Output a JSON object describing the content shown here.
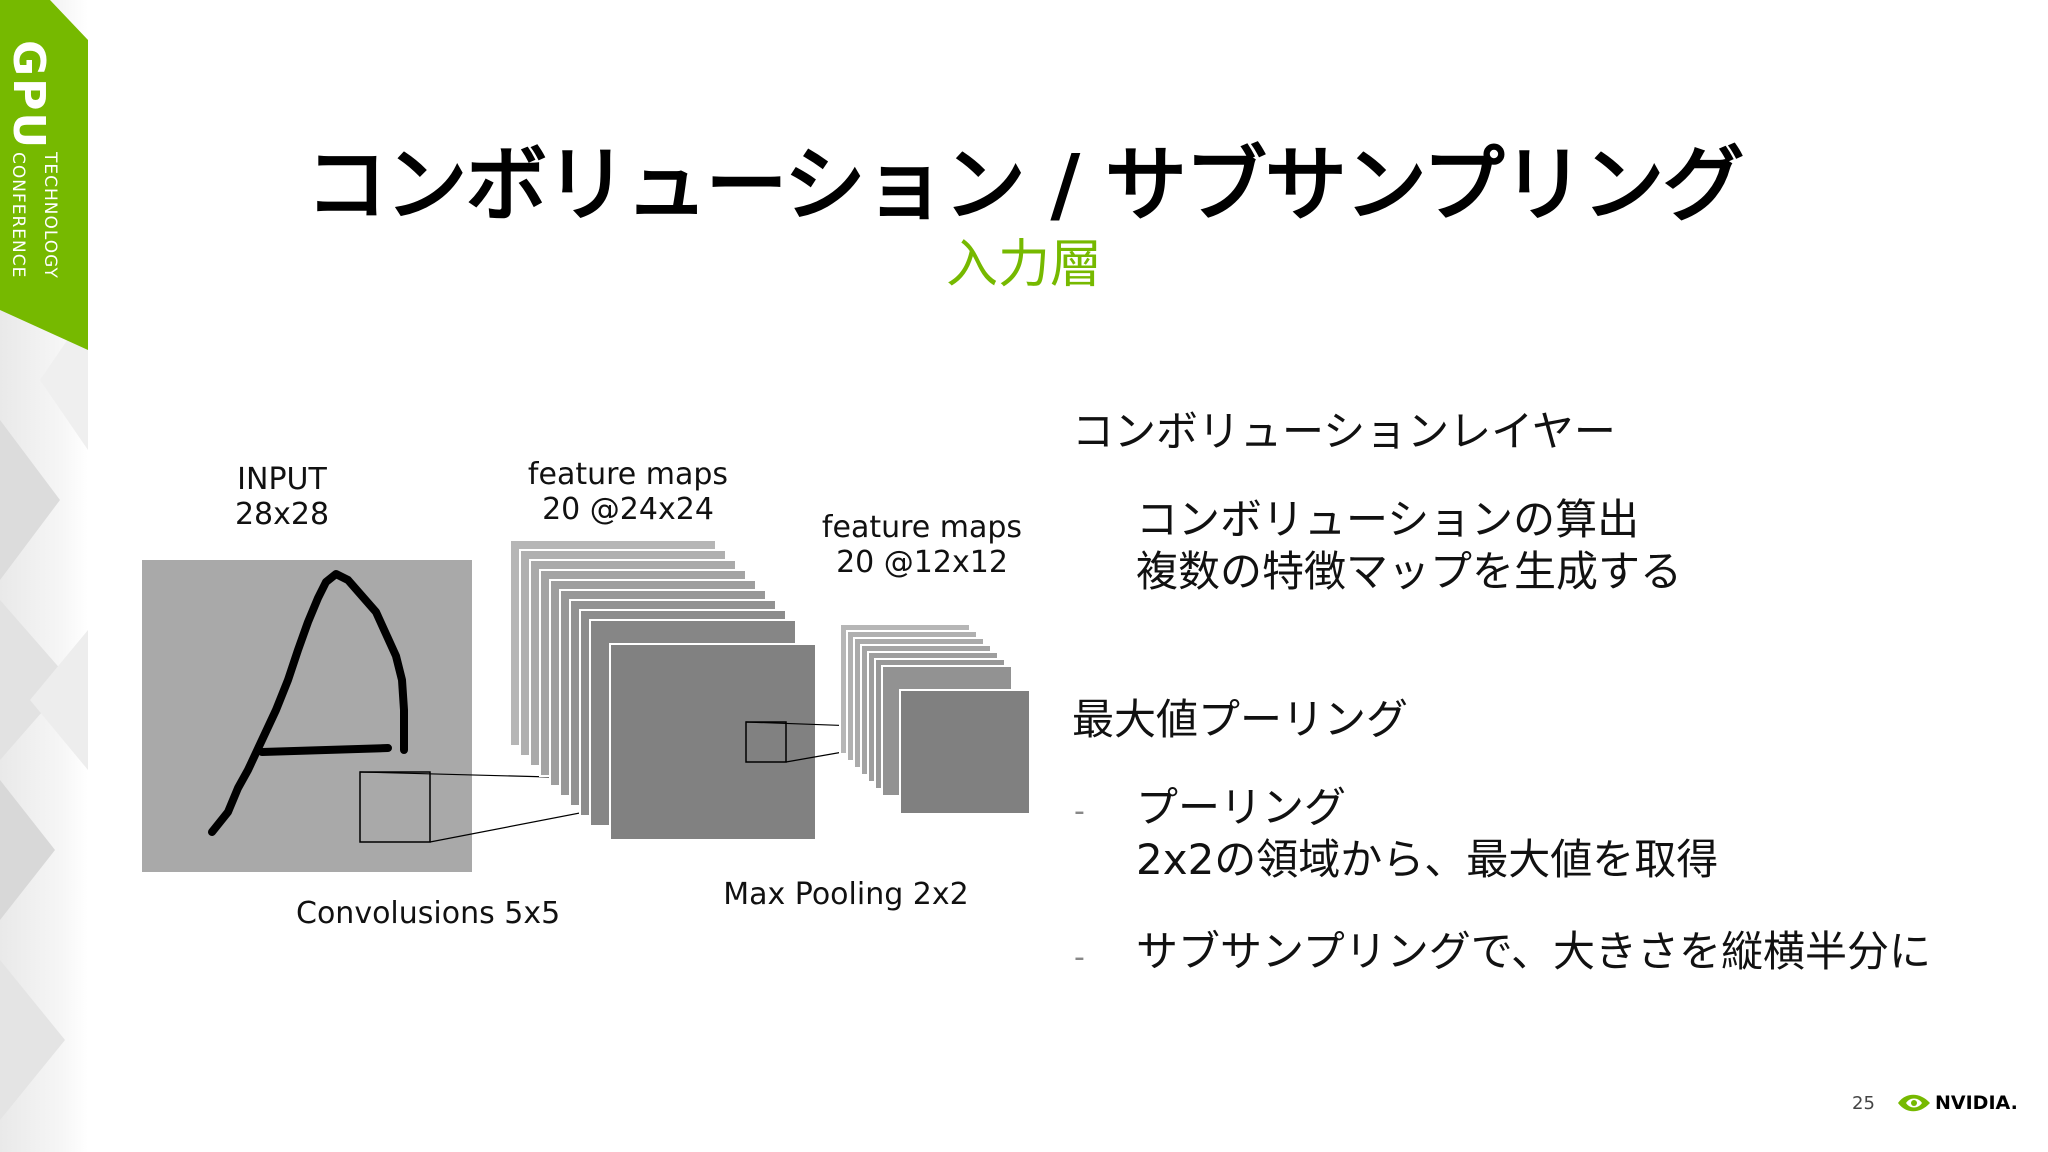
{
  "branding": {
    "badge_main": "GPU",
    "badge_line1": "TECHNOLOGY",
    "badge_line2": "CONFERENCE",
    "badge_color": "#76b900",
    "logo_text": "NVIDIA.",
    "logo_icon": "nvidia-eye-icon"
  },
  "slide": {
    "title": "コンボリューション / サブサンプリング",
    "subtitle": "入力層",
    "page_number": "25",
    "accent_color": "#76b900"
  },
  "diagram": {
    "input_label_line1": "INPUT",
    "input_label_line2": "28x28",
    "fm1_label_line1": "feature maps",
    "fm1_label_line2": "20 @24x24",
    "fm2_label_line1": "feature maps",
    "fm2_label_line2": "20 @12x12",
    "conv_label": "Convolusions 5x5",
    "pool_label": "Max Pooling 2x2"
  },
  "explanation": {
    "conv_heading": "コンボリューションレイヤー",
    "conv_line1": "コンボリューションの算出",
    "conv_line2": "複数の特徴マップを生成する",
    "pool_heading": "最大値プーリング",
    "pool_bullets": [
      {
        "dash": "-",
        "line1": "プーリング",
        "line2": "2x2の領域から、最大値を取得"
      },
      {
        "dash": "-",
        "line1": "サブサンプリングで、大きさを縦横半分に",
        "line2": ""
      }
    ]
  }
}
